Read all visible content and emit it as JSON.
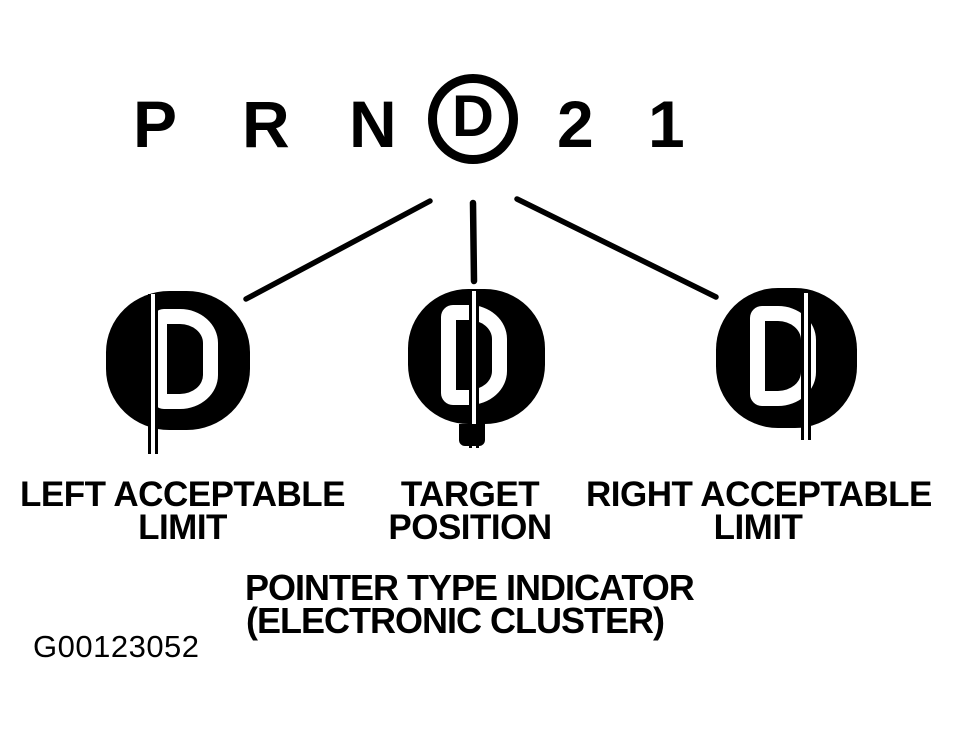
{
  "colors": {
    "ink": "#000000",
    "paper": "#ffffff"
  },
  "selector_row": {
    "items": [
      {
        "label": "P",
        "circled": false
      },
      {
        "label": "R",
        "circled": false
      },
      {
        "label": "N",
        "circled": false
      },
      {
        "label": "D",
        "circled": true
      },
      {
        "label": "2",
        "circled": false
      },
      {
        "label": "1",
        "circled": false
      }
    ]
  },
  "indicators": {
    "glyph": "D",
    "left": {
      "label_line1": "LEFT ACCEPTABLE",
      "label_line2": "LIMIT",
      "needle_position": "left-edge-of-D"
    },
    "center": {
      "label_line1": "TARGET",
      "label_line2": "POSITION",
      "needle_position": "center-of-D"
    },
    "right": {
      "label_line1": "RIGHT ACCEPTABLE",
      "label_line2": "LIMIT",
      "needle_position": "right-edge-of-D"
    }
  },
  "caption": {
    "line1": "POINTER TYPE INDICATOR",
    "line2": "(ELECTRONIC CLUSTER)"
  },
  "figure_code": "G00123052"
}
